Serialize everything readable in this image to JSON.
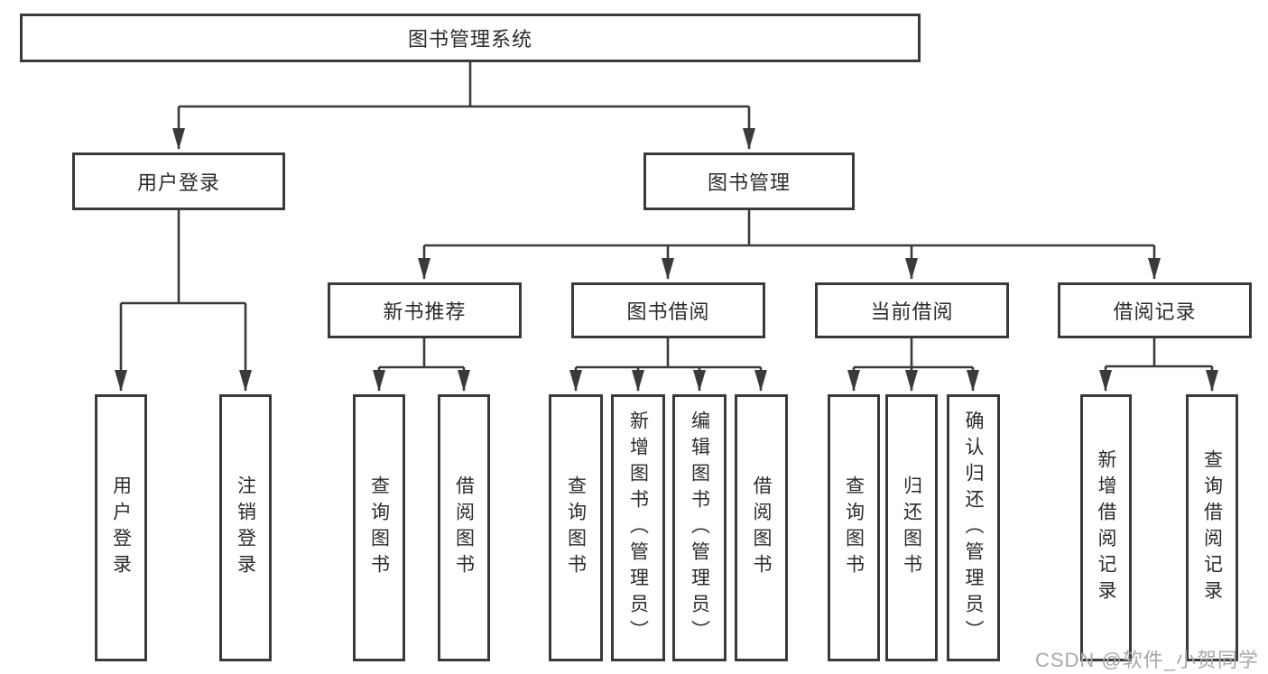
{
  "colors": {
    "line": "#3a3a3a",
    "box_border": "#3a3a3a",
    "box_fill": "#ffffff",
    "text": "#2b2b2b",
    "watermark": "#a8a8a8"
  },
  "watermark": "CSDN @软件_小贺同学",
  "tree": {
    "root": {
      "label": "图书管理系统"
    },
    "level2": {
      "user_login": {
        "label": "用户登录"
      },
      "book_mgmt": {
        "label": "图书管理"
      }
    },
    "level3": {
      "new_book_rec": {
        "label": "新书推荐"
      },
      "book_borrow": {
        "label": "图书借阅"
      },
      "current_borrow": {
        "label": "当前借阅"
      },
      "borrow_record": {
        "label": "借阅记录"
      }
    },
    "leaves": {
      "user_login_login": "用户登录",
      "user_login_logout": "注销登录",
      "rec_query_book": "查询图书",
      "rec_borrow_book": "借阅图书",
      "bb_query_book": "查询图书",
      "bb_add_book": "新增图书（管理员）",
      "bb_edit_book": "编辑图书（管理员）",
      "bb_borrow_book": "借阅图书",
      "cb_query_book": "查询图书",
      "cb_return_book": "归还图书",
      "cb_confirm_return": "确认归还（管理员）",
      "br_add_record": "新增借阅记录",
      "br_query_record": "查询借阅记录"
    }
  }
}
